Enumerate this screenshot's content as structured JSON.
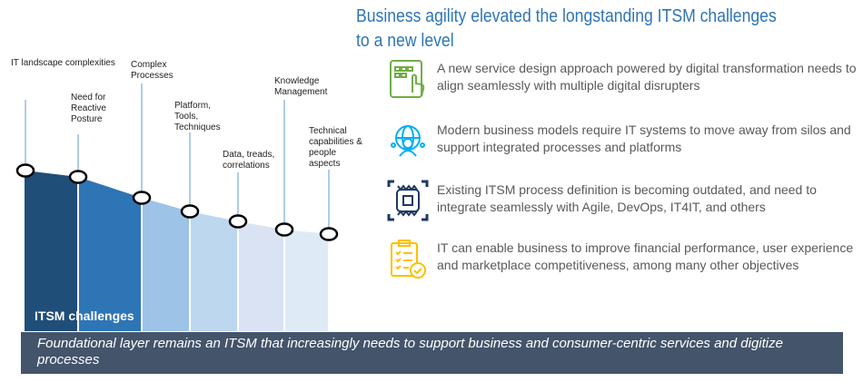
{
  "title": "Business agility elevated the longstanding ITSM challenges to a new level",
  "challenges": [
    {
      "label": "IT landscape complexities",
      "color": "#1f4e79"
    },
    {
      "label": "Need for Reactive Posture",
      "color": "#2e75b6"
    },
    {
      "label": "Complex Processes",
      "color": "#9dc3e6"
    },
    {
      "label": "Platform, Tools, Techniques",
      "color": "#bdd7ee"
    },
    {
      "label": "Data, treads, correlations",
      "color": "#dae3f3"
    },
    {
      "label": "Knowledge Management",
      "color": "#deebf7"
    },
    {
      "label": "Technical capabilities & people aspects"
    }
  ],
  "chart_label": "ITSM challenges",
  "items": [
    {
      "icon": "touch-tablet-icon",
      "color": "#70ad47",
      "text": "A new service design approach powered by digital transformation needs to align seamlessly with multiple digital disrupters"
    },
    {
      "icon": "global-network-user-icon",
      "color": "#00b0f0",
      "text": "Modern business models require IT systems to move away from silos and support integrated processes and platforms"
    },
    {
      "icon": "processor-chip-icon",
      "color": "#1f3864",
      "text": "Existing ITSM process definition is becoming outdated, and need to integrate seamlessly with Agile, DevOps, IT4IT, and others"
    },
    {
      "icon": "clipboard-check-icon",
      "color": "#ffc000",
      "text": " IT can enable business to improve financial performance, user experience and marketplace competitiveness, among many other objectives"
    }
  ],
  "banner": "Foundational layer remains an ITSM that increasingly needs to support business and consumer-centric services and digitize processes"
}
